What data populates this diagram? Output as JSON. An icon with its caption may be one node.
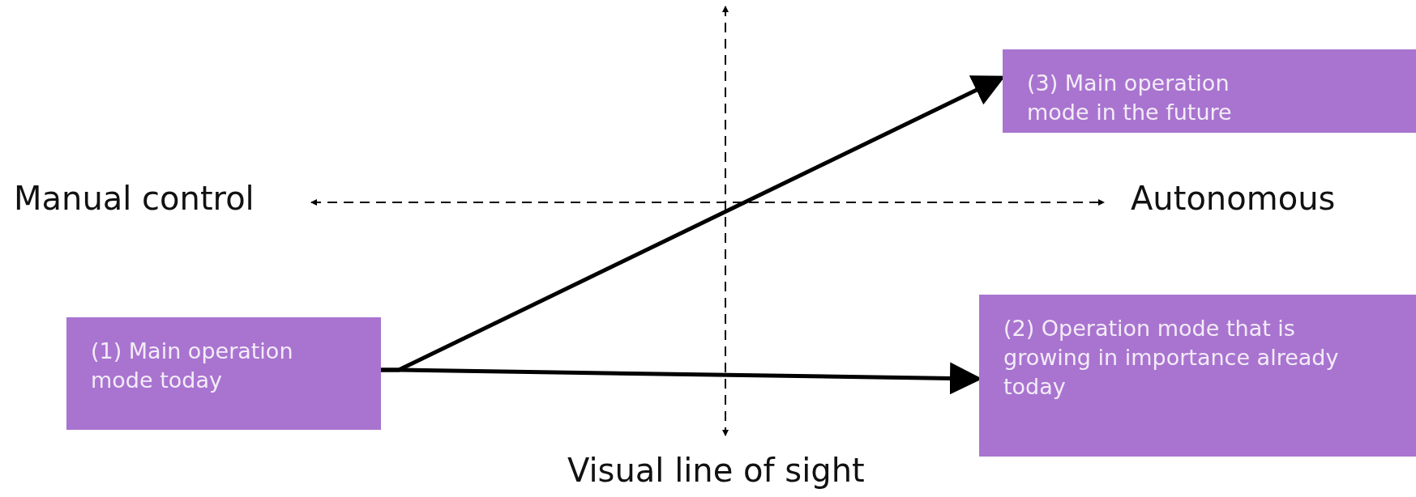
{
  "diagram": {
    "nodes": [
      {
        "text": [
          "(1) Main operation mode today"
        ]
      },
      {
        "text": [
          "(2) Operation mode that is growing in importance already today"
        ]
      },
      {
        "text": [
          "(3) Main operation mode in the future"
        ]
      }
    ],
    "edges": [
      {
        "from": 0,
        "to": 2,
        "arrow": "to"
      },
      {
        "from": 0,
        "to": 1,
        "arrow": "to"
      }
    ],
    "labels": [
      "Manual control",
      "Autonomous",
      "Visual line of sight"
    ]
  }
}
